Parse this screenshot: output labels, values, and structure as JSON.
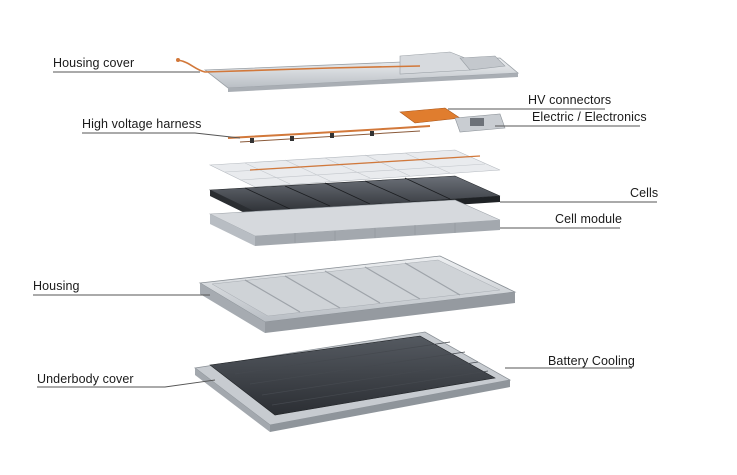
{
  "labels": {
    "housing_cover": "Housing cover",
    "hv_connectors": "HV connectors",
    "high_voltage_harness": "High voltage harness",
    "electric_electronics": "Electric / Electronics",
    "cells": "Cells",
    "cell_module": "Cell module",
    "housing": "Housing",
    "battery_cooling": "Battery Cooling",
    "underbody_cover": "Underbody cover"
  },
  "colors": {
    "line": "#555555",
    "aluminum": "#c9cdd2",
    "cell_dark": "#3a3d42",
    "harness": "#d2783a",
    "cooling_plate": "#2b2e33"
  }
}
